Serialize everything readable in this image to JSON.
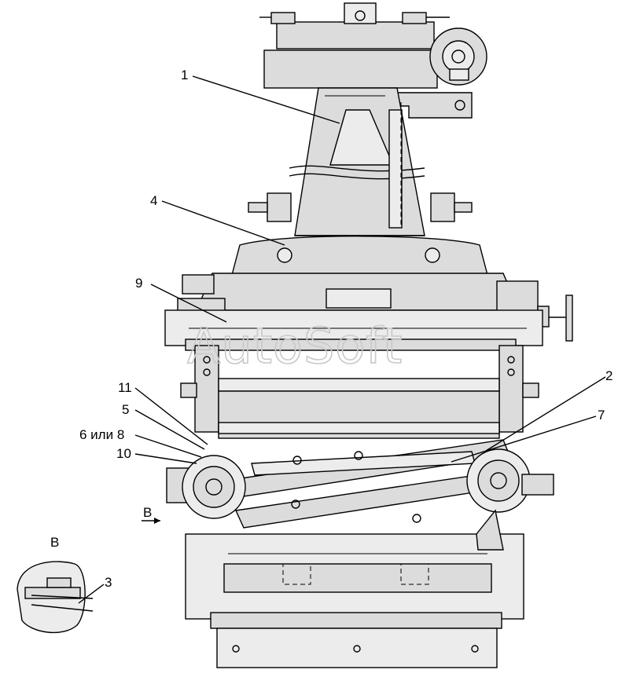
{
  "figure": {
    "watermark": "AutoSoft",
    "callouts": [
      {
        "id": "1",
        "label": "1"
      },
      {
        "id": "2",
        "label": "2"
      },
      {
        "id": "3",
        "label": "3"
      },
      {
        "id": "4",
        "label": "4"
      },
      {
        "id": "5",
        "label": "5"
      },
      {
        "id": "6",
        "label": "6 или 8"
      },
      {
        "id": "7",
        "label": "7"
      },
      {
        "id": "9",
        "label": "9"
      },
      {
        "id": "10",
        "label": "10"
      },
      {
        "id": "11",
        "label": "11"
      }
    ],
    "view_arrow_label": "В",
    "detail_view_label": "В",
    "colors": {
      "line": "#000000",
      "fill": "#dcdcdc",
      "watermark": "#c9c9c9"
    }
  }
}
